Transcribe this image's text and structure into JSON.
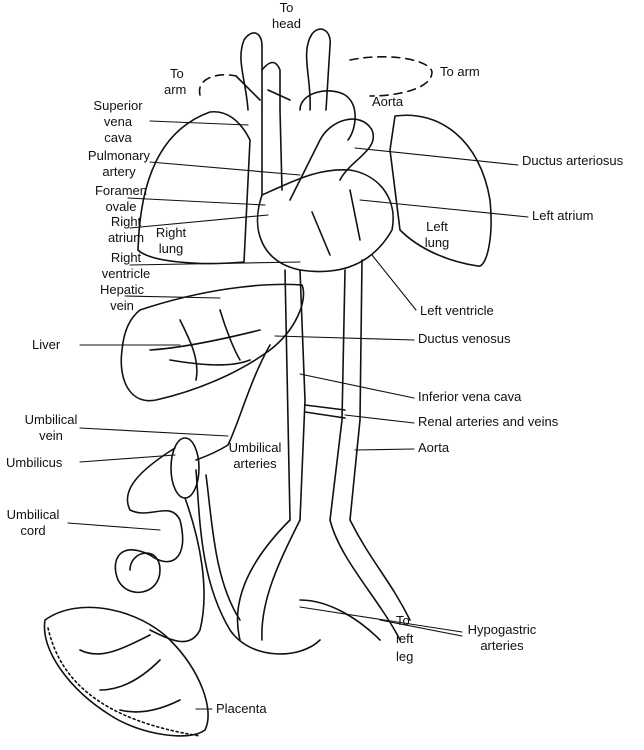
{
  "title": "Fetal circulation",
  "labels": {
    "to_head": [
      "To",
      "head"
    ],
    "to_arm_left": [
      "To",
      "arm"
    ],
    "to_arm_right": "To arm",
    "superior_vena_cava": [
      "Superior",
      "vena",
      "cava"
    ],
    "aorta_top": "Aorta",
    "pulmonary_artery": [
      "Pulmonary",
      "artery"
    ],
    "ductus_arteriosus": "Ductus arteriosus",
    "foramen_ovale": [
      "Foramen",
      "ovale"
    ],
    "right_atrium": [
      "Right",
      "atrium"
    ],
    "left_atrium": "Left atrium",
    "right_lung": [
      "Right",
      "lung"
    ],
    "left_lung": [
      "Left",
      "lung"
    ],
    "right_ventricle": [
      "Right",
      "ventricle"
    ],
    "hepatic_vein": [
      "Hepatic",
      "vein"
    ],
    "left_ventricle": "Left ventricle",
    "liver": "Liver",
    "ductus_venosus": "Ductus venosus",
    "inferior_vena_cava": "Inferior vena cava",
    "renal": "Renal arteries and veins",
    "umbilical_vein": [
      "Umbilical",
      "vein"
    ],
    "aorta_lower": "Aorta",
    "umbilicus": "Umbilicus",
    "umbilical_arteries": [
      "Umbilical",
      "arteries"
    ],
    "umbilical_cord": [
      "Umbilical",
      "cord"
    ],
    "hypogastric_arteries": [
      "Hypogastric",
      "arteries"
    ],
    "to_left_leg": [
      "To",
      "left",
      "leg"
    ],
    "placenta": "Placenta"
  }
}
